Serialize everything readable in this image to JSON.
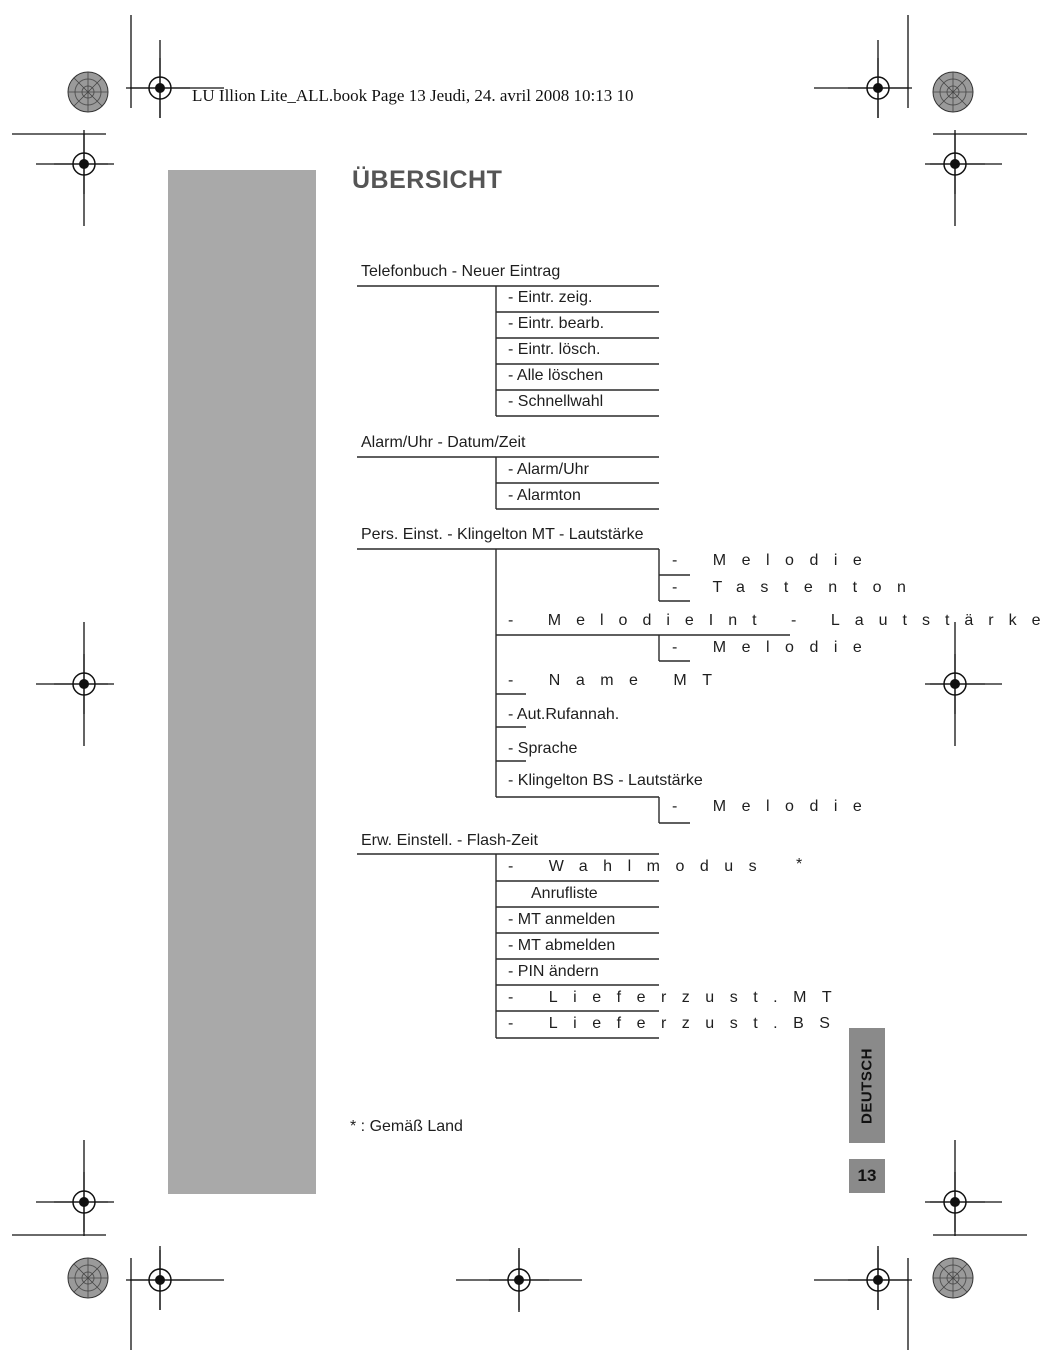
{
  "header_line": "LU Illion Lite_ALL.book  Page 13  Jeudi, 24. avril 2008  10:13 10",
  "title": "ÜBERSICHT",
  "menu": {
    "telefonbuch": {
      "head": "Telefonbuch - Neuer Eintrag",
      "items": [
        "- Eintr. zeig.",
        "- Eintr. bearb.",
        "- Eintr. lösch.",
        "- Alle löschen",
        "- Schnellwahl"
      ]
    },
    "alarm": {
      "head": "Alarm/Uhr - Datum/Zeit",
      "items": [
        "- Alarm/Uhr",
        "- Alarmton"
      ]
    },
    "pers": {
      "head": "Pers. Einst. - Klingelton MT - Lautstärke",
      "klingelton_sub": [
        "- Melodie",
        "- Tastenton"
      ],
      "melodie_int": "- MelodieInt - Lautstärke",
      "melodie_int_sub": "- Melodie",
      "name_mt": "- Name MT",
      "aut_rufannah": "- Aut.Rufannah.",
      "sprache": "- Sprache",
      "klingelton_bs": "- Klingelton BS - Lautstärke",
      "klingelton_bs_sub": "- Melodie"
    },
    "erw": {
      "head": "Erw. Einstell. - Flash-Zeit",
      "wahlmodus": "- Wahlmodus",
      "wahlmodus_star": "*",
      "items": [
        "Anrufliste",
        "- MT anmelden",
        "- MT abmelden",
        "- PIN ändern"
      ],
      "lieferzust_mt": "- Lieferzust.MT",
      "lieferzust_bs": "- Lieferzust.BS"
    }
  },
  "footnote": "* : Gemäß Land",
  "language_tab": "DEUTSCH",
  "page_number": "13"
}
